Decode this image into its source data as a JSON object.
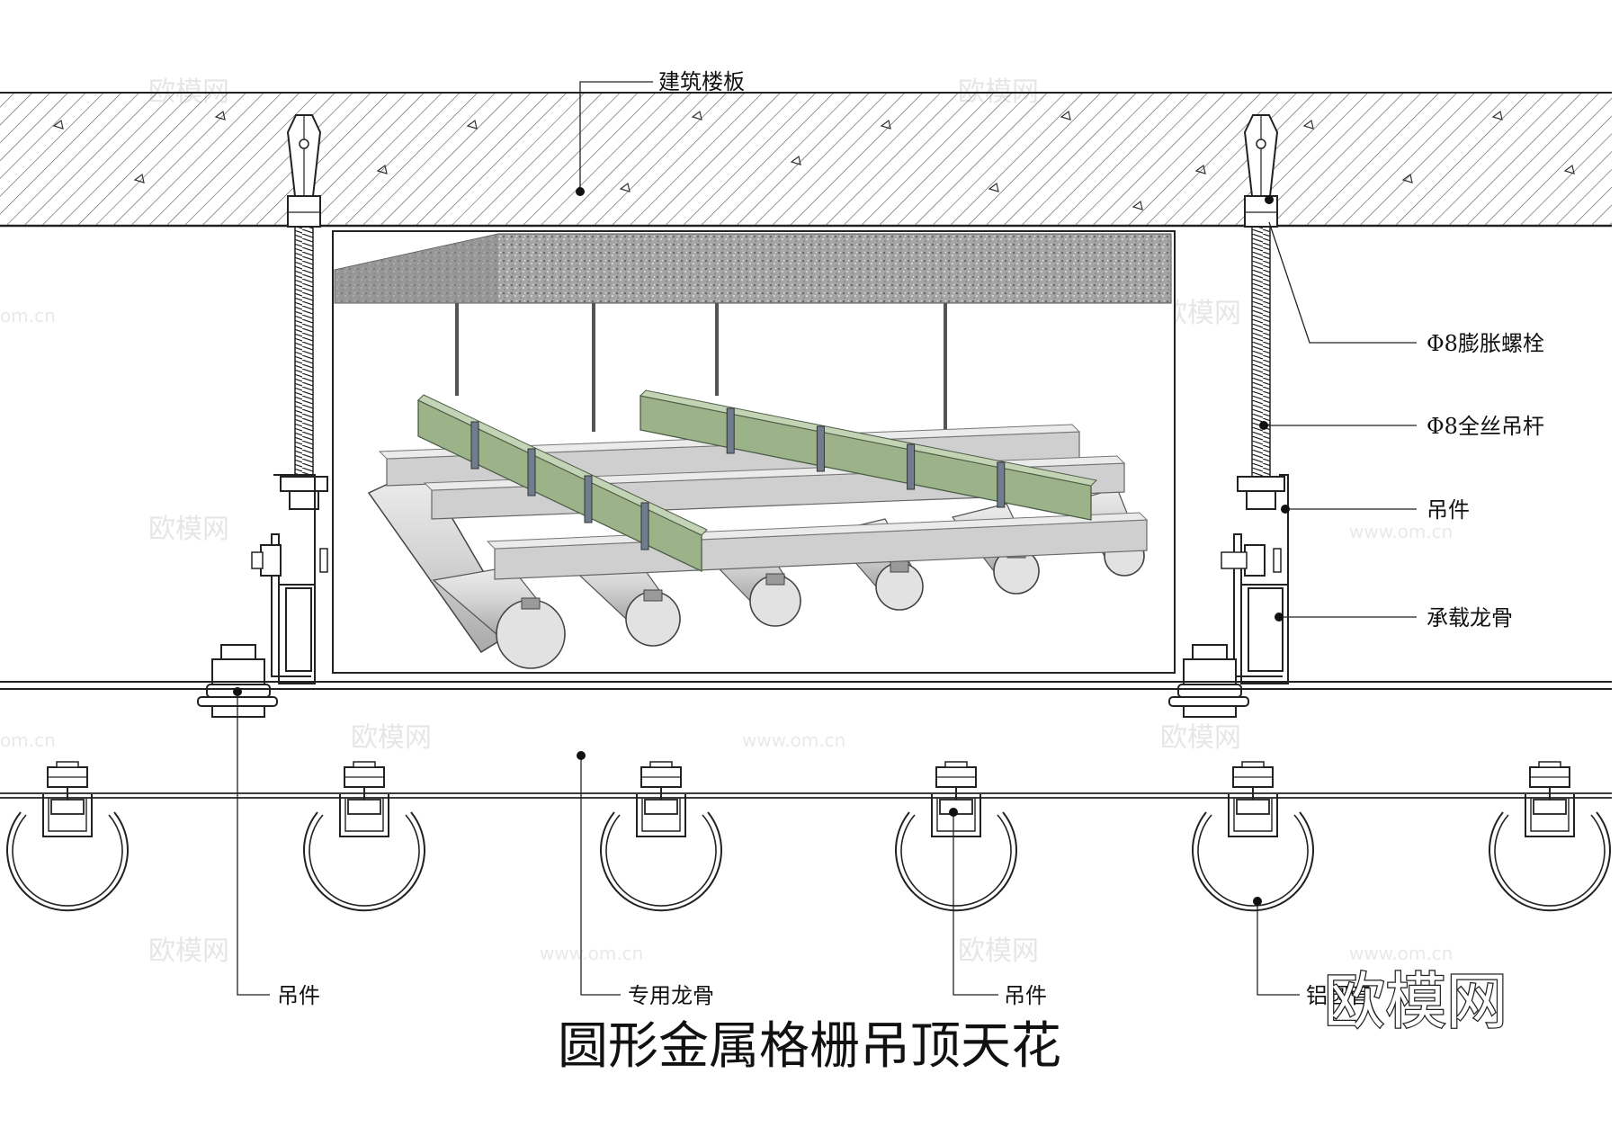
{
  "title": "圆形金属格栅吊顶天花",
  "labels": {
    "slab": "建筑楼板",
    "expansion_bolt": "Φ8膨胀螺栓",
    "threaded_rod": "Φ8全丝吊杆",
    "hanger_right": "吊件",
    "main_keel": "承载龙骨",
    "hanger_left": "吊件",
    "special_keel": "专用龙骨",
    "hanger_mid": "吊件",
    "aluminum_tube": "铝圆管"
  },
  "watermark": {
    "brand": "欧模网",
    "url": "www.om.cn",
    "url_short": "om.cn"
  },
  "colors": {
    "line": "#222222",
    "keel_green": "#9cb38a",
    "keel_gray": "#c9c9c9",
    "tube_gray": "#d6d6d6",
    "slab_gray": "#9a9a9a"
  }
}
